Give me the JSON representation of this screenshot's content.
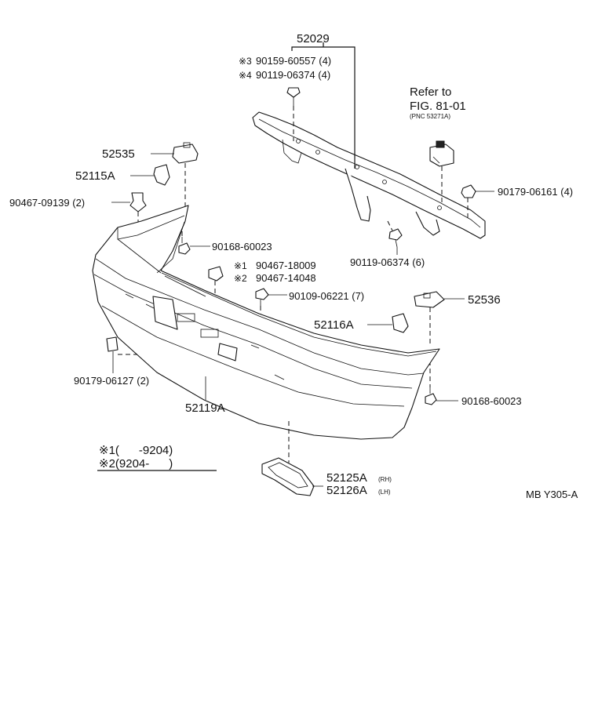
{
  "labels": {
    "reinforcement": "52029",
    "note3_mark": "※3",
    "note3_part": "90159-60557 (4)",
    "note4_mark": "※4",
    "note4_part": "90119-06374 (4)",
    "refer_line1": "Refer to",
    "refer_line2": "FIG. 81-01",
    "refer_line3": "(PNC 53271A)",
    "bracket_left": "52535",
    "retainer_left": "52115A",
    "clip_left": "90467-09139 (2)",
    "nut_right": "90179-06161 (4)",
    "bolt_left": "90168-60023",
    "bolt_bottom": "90119-06374 (6)",
    "clip1_mark": "※1",
    "clip1_part": "90467-18009",
    "clip2_mark": "※2",
    "clip2_part": "90467-14048",
    "screw_center": "90109-06221 (7)",
    "bracket_right": "52536",
    "retainer_right": "52116A",
    "nut_left": "90179-06127 (2)",
    "cover": "52119A",
    "bolt_right": "90168-60023",
    "legend1": "※1(      -9204)",
    "legend2": "※2(9204-      )",
    "grille_rh": "52125A",
    "grille_rh_suffix": "(RH)",
    "grille_lh": "52126A",
    "grille_lh_suffix": "(LH)",
    "figure_code": "MB Y305-A"
  }
}
